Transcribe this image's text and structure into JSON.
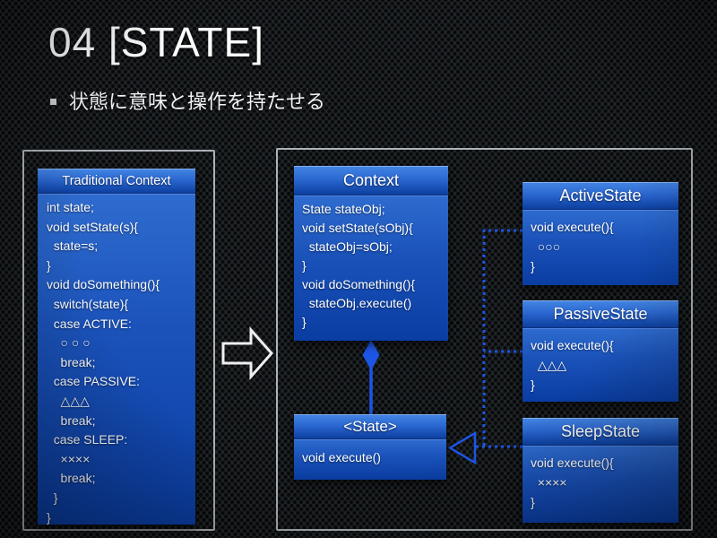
{
  "slide": {
    "title": "04 [STATE]",
    "bullet_text": "状態に意味と操作を持たせる"
  },
  "left_panel": {
    "box": {
      "header": "Traditional Context",
      "code": [
        "int state;",
        "void setState(s){",
        "  state=s;",
        "}",
        "void doSomething(){",
        "  switch(state){",
        "  case ACTIVE:",
        "    ○ ○ ○",
        "    break;",
        "  case PASSIVE:",
        "    △△△",
        "    break;",
        "  case SLEEP:",
        "    ××××",
        "    break;",
        "  }",
        "}"
      ]
    }
  },
  "arrow": {
    "name": "right-arrow"
  },
  "right_panel": {
    "context": {
      "header": "Context",
      "code": [
        "State stateObj;",
        "void setState(sObj){",
        "  stateObj=sObj;",
        "}",
        "void doSomething(){",
        "  stateObj.execute()",
        "}"
      ]
    },
    "state_interface": {
      "header": "<State>",
      "code": [
        "void execute()"
      ]
    },
    "states": [
      {
        "header": "ActiveState",
        "code": [
          "void execute(){",
          "  ○○○",
          "}"
        ]
      },
      {
        "header": "PassiveState",
        "code": [
          "void execute(){",
          "  △△△",
          "}"
        ]
      },
      {
        "header": "SleepState",
        "code": [
          "void execute(){",
          "  ××××",
          "}"
        ]
      }
    ],
    "relations": {
      "composition": "Context ◆— <State>",
      "realization": "ActiveState / PassiveState / SleepState ▷ <State>"
    }
  },
  "colors": {
    "connector_blue": "#1d55e6",
    "box_header_top": "#4486e4",
    "box_header_bottom": "#0c3f9f",
    "box_body_top": "#2f6ccf",
    "box_body_bottom": "#0a3da2",
    "frame_border": "#c8ced4",
    "text": "#ffffff",
    "background": "#24282b"
  }
}
